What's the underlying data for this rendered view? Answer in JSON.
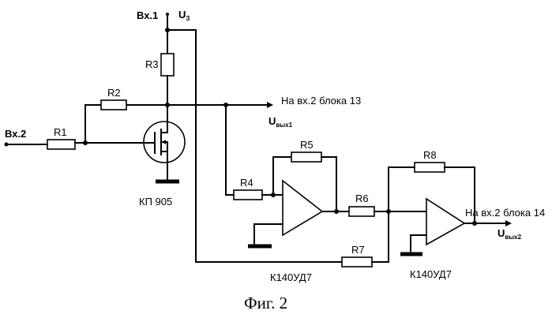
{
  "inputs": {
    "in1": "Вх.1",
    "in2": "Вх.2",
    "supply_main": "U",
    "supply_sub": "З"
  },
  "resistors": {
    "r1": "R1",
    "r2": "R2",
    "r3": "R3",
    "r4": "R4",
    "r5": "R5",
    "r6": "R6",
    "r7": "R7",
    "r8": "R8"
  },
  "transistor": {
    "label": "КП 905"
  },
  "opamps": {
    "op1": "К140УД7",
    "op2": "К140УД7"
  },
  "outputs": {
    "to_block13": "На вх.2 блока 13",
    "out1_main": "U",
    "out1_sub": "вых1",
    "to_block14": "На вх.2 блока 14",
    "out2_main": "U",
    "out2_sub": "вых2"
  },
  "caption": "Фиг. 2"
}
